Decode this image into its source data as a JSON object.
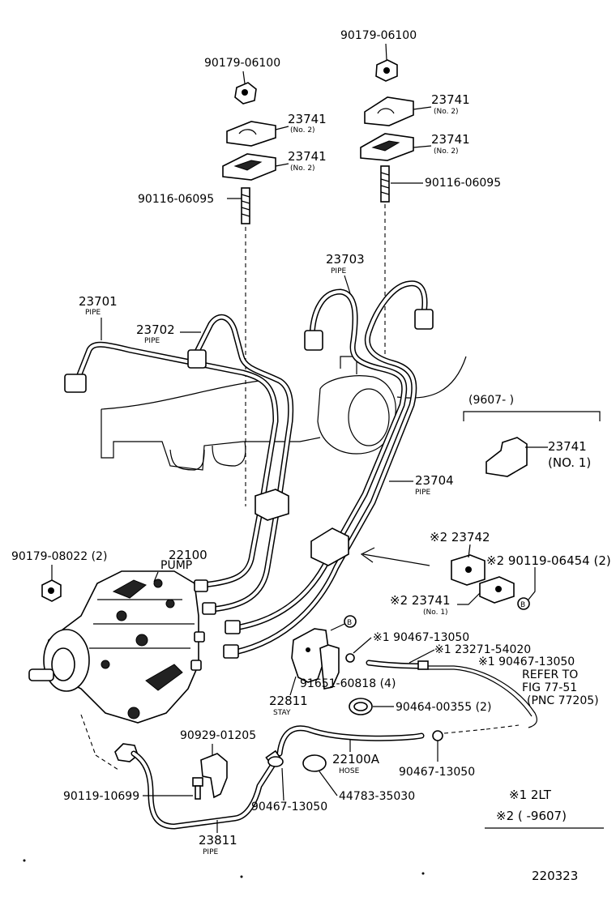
{
  "parts": {
    "nut_top_left": "90179-06100",
    "nut_top_right": "90179-06100",
    "clamp_left_upper": "23741",
    "clamp_left_upper_note": "(No. 2)",
    "clamp_left_lower": "23741",
    "clamp_left_lower_note": "(No. 2)",
    "clamp_right_upper": "23741",
    "clamp_right_upper_note": "(No. 2)",
    "clamp_right_lower": "23741",
    "clamp_right_lower_note": "(No. 2)",
    "stud_left": "90116-06095",
    "stud_right": "90116-06095",
    "pipe_23703": "23703",
    "pipe_23703_name": "PIPE",
    "pipe_23701": "23701",
    "pipe_23701_name": "PIPE",
    "pipe_23702": "23702",
    "pipe_23702_name": "PIPE",
    "pipe_23704": "23704",
    "pipe_23704_name": "PIPE",
    "date_range": "(9607-          )",
    "clamp_no1": "23741",
    "clamp_no1_note": "(NO. 1)",
    "clamp_23742": "※2 23742",
    "bolt_90119_06454": "※2 90119-06454 (2)",
    "clamp_23741_no1": "※2 23741",
    "clamp_23741_no1_note": "(No. 1)",
    "nut_90179_08022": "90179-08022 (2)",
    "pump": "22100",
    "pump_name": "PUMP",
    "clip_90467_a": "※1 90467-13050",
    "union_23271": "※1 23271-54020",
    "clip_90467_b": "※1 90467-13050",
    "refer_line1": "REFER TO",
    "refer_line2": "FIG 77-51",
    "refer_line3": "(PNC 77205)",
    "bolt_91651": "91651-60818 (4)",
    "stay": "22811",
    "stay_name": "STAY",
    "clamp_90464": "90464-00355 (2)",
    "clamp_90929": "90929-01205",
    "hose": "22100A",
    "hose_name": "HOSE",
    "clip_90467_c": "90467-13050",
    "bolt_90119": "90119-10699",
    "clip_90467_d": "90467-13050",
    "clamp_44783": "44783-35030",
    "pipe_23811": "23811",
    "pipe_23811_name": "PIPE",
    "callout_b": "B",
    "legend_1": "※1 2LT",
    "legend_2": "※2 (        -9607)",
    "figure_number": "220323"
  }
}
